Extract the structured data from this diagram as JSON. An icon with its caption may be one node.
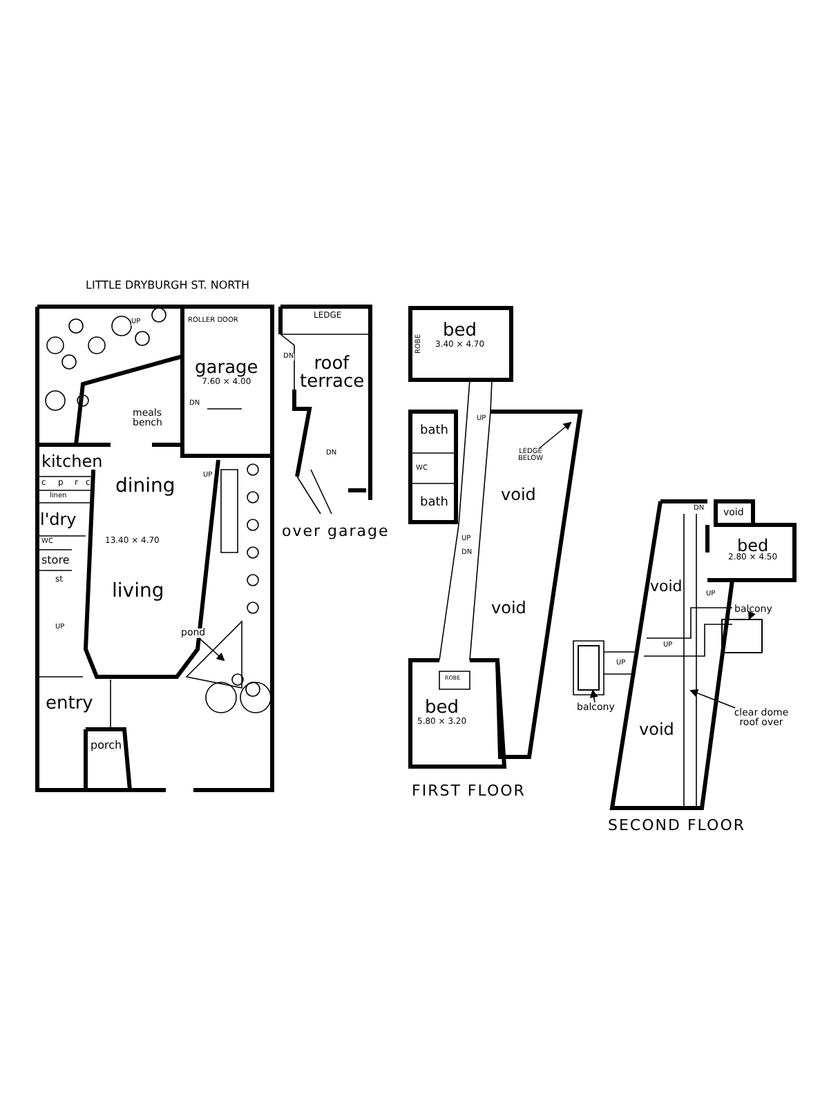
{
  "diagram": {
    "nodes": [
      {
        "text": [],
        "shape": "box"
      },
      {
        "text": [
          "garage",
          "7.60 × 4.00"
        ],
        "in": 0
      },
      {
        "text": [
          "kitchen"
        ],
        "in": 0
      },
      {
        "text": [
          "dining"
        ],
        "in": 0
      },
      {
        "text": [
          "l'dry"
        ],
        "in": 0
      },
      {
        "text": [
          "store"
        ],
        "in": 0
      },
      {
        "text": [
          "living"
        ],
        "in": 0
      },
      {
        "text": [
          "entry"
        ],
        "in": 0
      },
      {
        "text": [
          "porch"
        ],
        "in": 0
      },
      {
        "text": [
          "pond"
        ],
        "in": 0
      },
      {
        "text": [],
        "shape": "box",
        "beside": [
          "over garage"
        ]
      },
      {
        "text": [
          "roof terrace"
        ],
        "in": 10
      },
      {
        "text": [],
        "shape": "box",
        "beside": [
          "FIRST FLOOR"
        ]
      },
      {
        "text": [
          "bed",
          "3.40 × 4.70"
        ],
        "in": 12
      },
      {
        "text": [
          "bath"
        ],
        "in": 12
      },
      {
        "text": [
          "bath"
        ],
        "in": 12
      },
      {
        "text": [
          "void"
        ],
        "in": 12
      },
      {
        "text": [
          "LEDGE BELOW"
        ],
        "in": 12
      },
      {
        "text": [
          "void"
        ],
        "in": 12
      },
      {
        "text": [
          "bed",
          "5.80 × 3.20"
        ],
        "in": 12
      },
      {
        "text": [],
        "shape": "box",
        "beside": [
          "SECOND FLOOR"
        ]
      },
      {
        "text": [
          "void"
        ],
        "in": 20
      },
      {
        "text": [
          "bed",
          "2.80 × 4.50"
        ],
        "in": 20
      },
      {
        "text": [
          "void"
        ],
        "in": 20
      },
      {
        "text": [
          "balcony"
        ],
        "in": 20
      },
      {
        "text": [],
        "shape": "box",
        "in": 20
      },
      {
        "text": [],
        "shape": "box",
        "in": 20
      },
      {
        "text": [
          "balcony"
        ],
        "in": 20
      },
      {
        "text": [
          "void"
        ],
        "in": 20
      },
      {
        "text": [
          "clear dome roof over"
        ],
        "in": 20
      }
    ],
    "edges": [
      {
        "from": 9,
        "to": null,
        "arrow": "to"
      },
      {
        "from": 17,
        "to": null,
        "arrow": "to"
      },
      {
        "from": 24,
        "to": 25,
        "arrow": "to"
      },
      {
        "from": 27,
        "to": 26,
        "arrow": "to"
      },
      {
        "from": 29,
        "to": null,
        "arrow": "to"
      }
    ],
    "labels": [
      "LITTLE DRYBURGH ST. NORTH",
      "UP",
      "ROLLER DOOR",
      "DN",
      "meals bench",
      "c",
      "p",
      "r",
      "c",
      "linen",
      "WC",
      "13.40 × 4.70",
      "st",
      "UP",
      "UP",
      "LEDGE",
      "DN",
      "DN",
      "ROBE",
      "UP",
      "WC",
      "UP",
      "DN",
      "ROBE",
      "DN",
      "UP",
      "UP",
      "UP"
    ]
  }
}
